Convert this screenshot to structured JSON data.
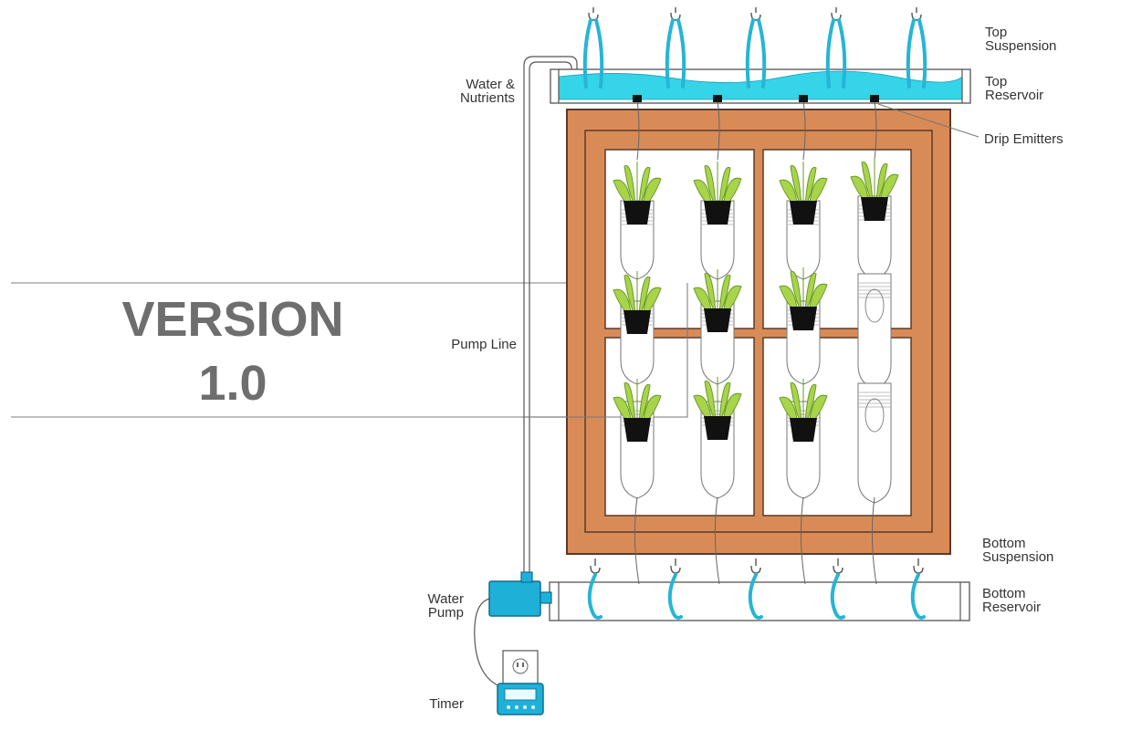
{
  "title": {
    "line1": "VERSION",
    "line2": "1.0"
  },
  "labels": {
    "top_suspension": [
      "Top",
      "Suspension"
    ],
    "top_reservoir": [
      "Top",
      "Reservoir"
    ],
    "drip_emitters": "Drip Emitters",
    "water_nutrients": [
      "Water &",
      "Nutrients"
    ],
    "pump_line": "Pump Line",
    "bottom_suspension": [
      "Bottom",
      "Suspension"
    ],
    "bottom_reservoir": [
      "Bottom",
      "Reservoir"
    ],
    "water_pump": [
      "Water",
      "Pump"
    ],
    "timer": "Timer"
  },
  "colors": {
    "frame": "#d98b57",
    "frame_outline": "#5a3a28",
    "water": "#35d4e8",
    "strap": "#26b5d4",
    "pump": "#1fb0d8",
    "leaf": "#a8d44a",
    "leaf_dark": "#6a9a2a",
    "pot": "#111111",
    "line": "#444444",
    "title": "#6e6e6e"
  }
}
